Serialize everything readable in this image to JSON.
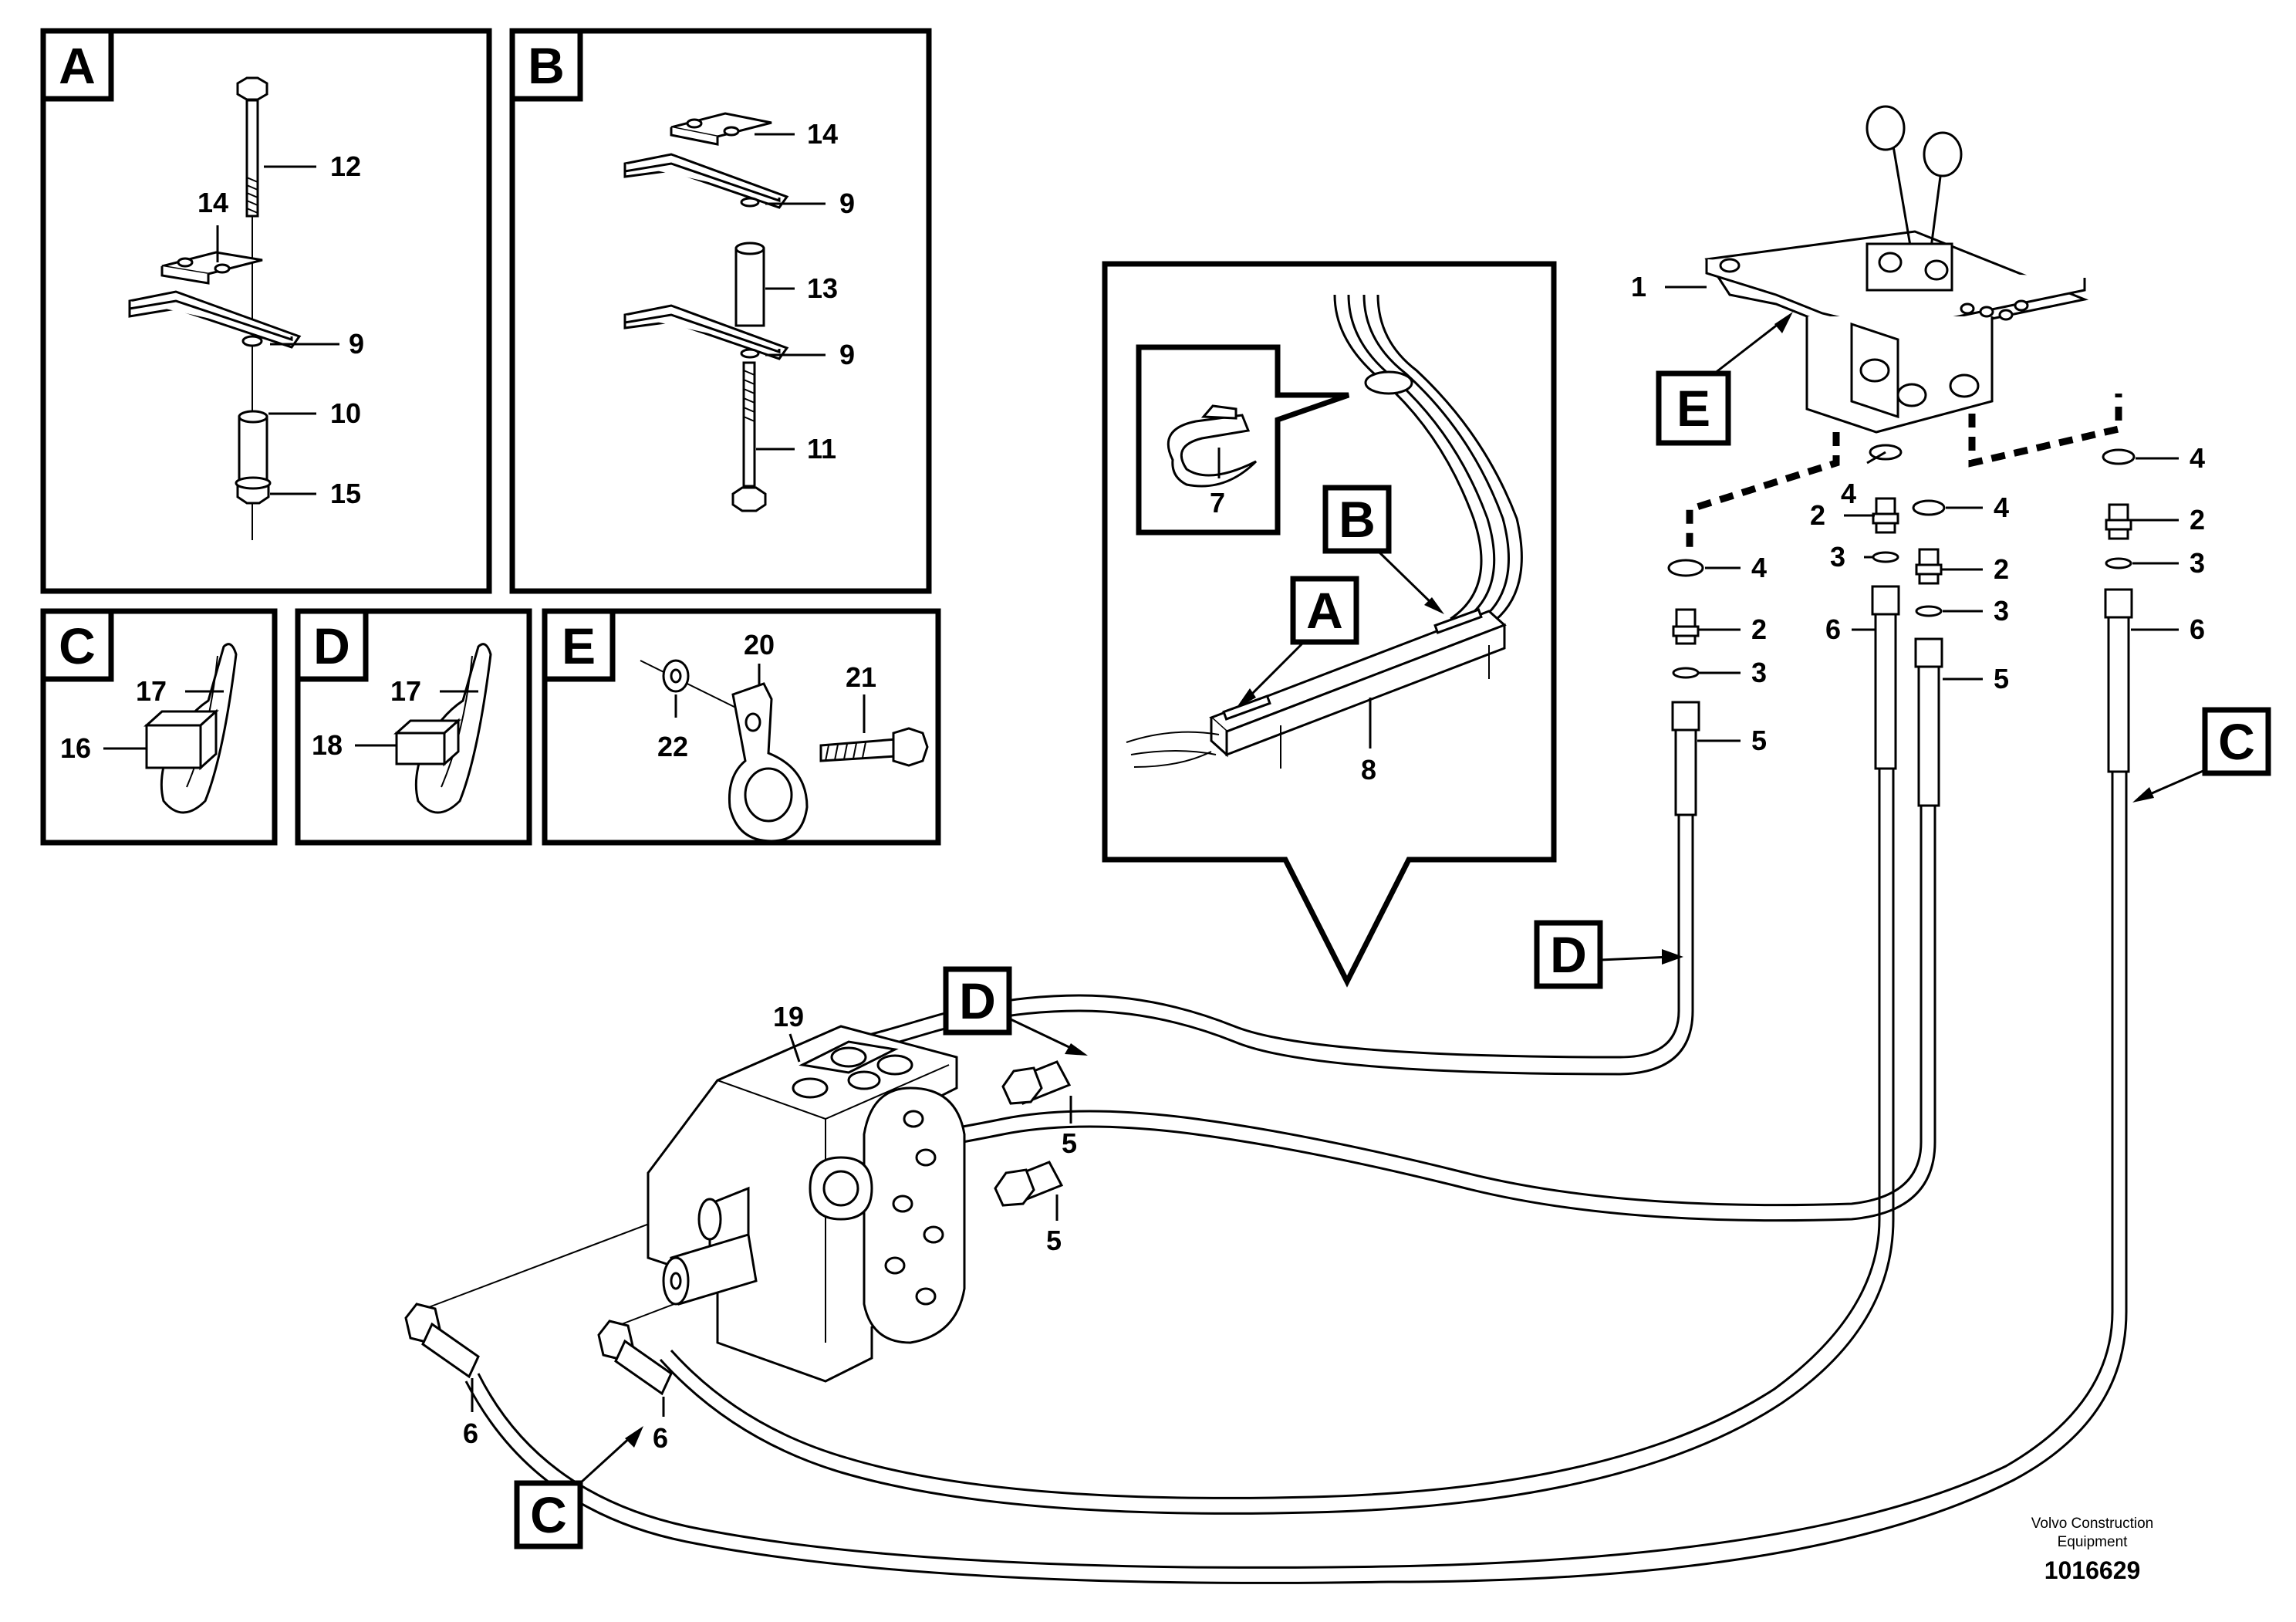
{
  "callouts": {
    "detail_letters": [
      "A",
      "B",
      "C",
      "D",
      "E"
    ],
    "main_letters": {
      "A": "A",
      "B": "B",
      "C": "C",
      "D": "D",
      "E": "E"
    },
    "part_numbers": [
      "1",
      "2",
      "3",
      "4",
      "5",
      "6",
      "7",
      "8",
      "9",
      "10",
      "11",
      "12",
      "13",
      "14",
      "15",
      "16",
      "17",
      "18",
      "19",
      "20",
      "21",
      "22"
    ]
  },
  "footer": {
    "company_line1": "Volvo Construction",
    "company_line2": "Equipment",
    "drawing_number": "1016629"
  }
}
